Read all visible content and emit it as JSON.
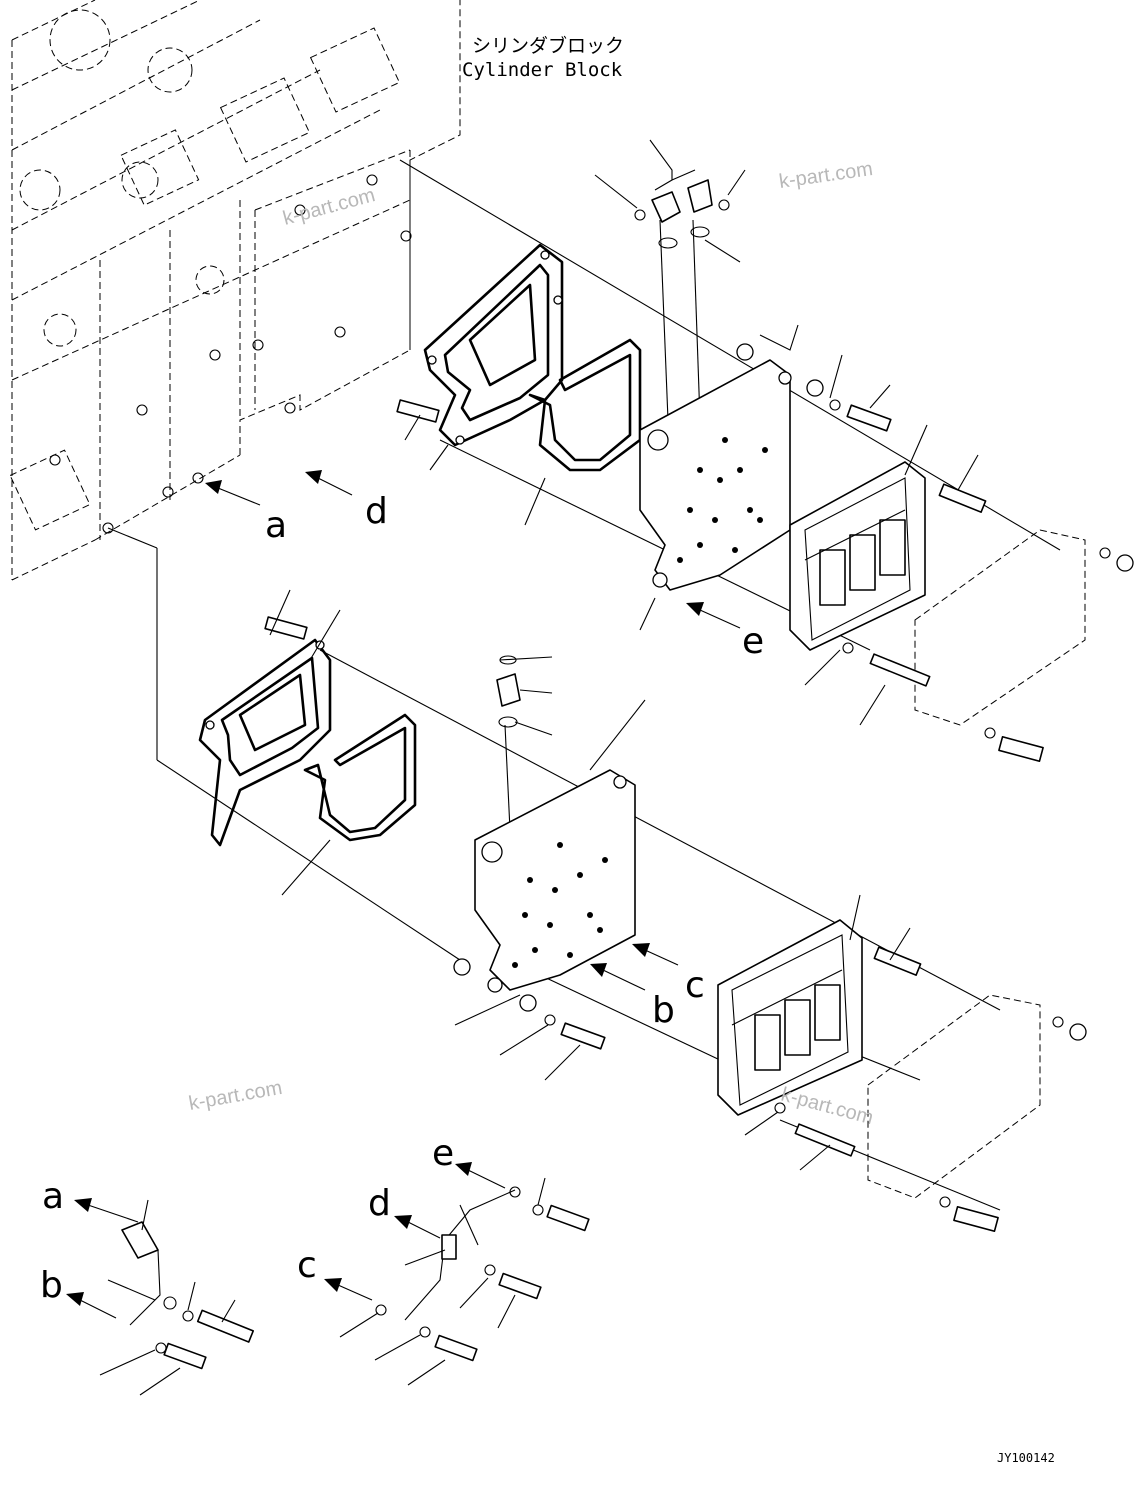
{
  "diagram": {
    "title_jp": "シリンダブロック",
    "title_en": "Cylinder Block",
    "drawing_code": "JY100142",
    "watermark": "k-part.com",
    "view_labels": [
      "a",
      "b",
      "c",
      "d",
      "e"
    ]
  }
}
